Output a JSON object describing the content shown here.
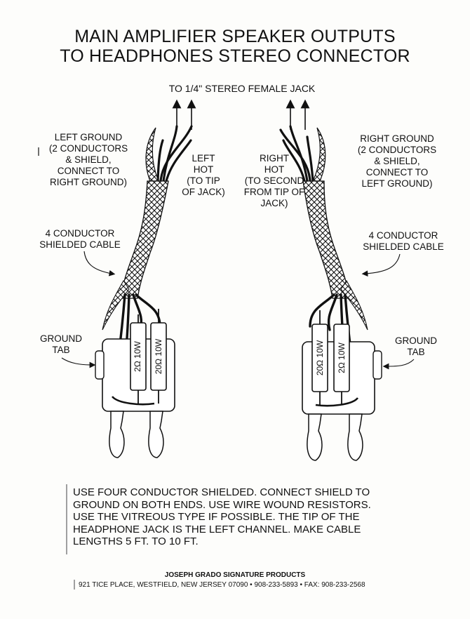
{
  "title": {
    "line1": "MAIN AMPLIFIER SPEAKER OUTPUTS",
    "line2": "TO HEADPHONES STEREO CONNECTOR"
  },
  "jack_label": "TO 1/4\" STEREO FEMALE JACK",
  "left": {
    "ground": [
      "LEFT GROUND",
      "(2 CONDUCTORS",
      "& SHIELD,",
      "CONNECT TO",
      "RIGHT GROUND)"
    ],
    "hot": [
      "LEFT",
      "HOT",
      "(TO TIP",
      "OF JACK)"
    ],
    "cable": [
      "4 CONDUCTOR",
      "SHIELDED CABLE"
    ],
    "ground_tab": [
      "GROUND",
      "TAB"
    ],
    "resistors": [
      "2Ω 10W",
      "20Ω 10W"
    ]
  },
  "right": {
    "ground": [
      "RIGHT GROUND",
      "(2 CONDUCTORS",
      "& SHIELD,",
      "CONNECT TO",
      "LEFT GROUND)"
    ],
    "hot": [
      "RIGHT",
      "HOT",
      "(TO SECOND",
      "FROM TIP OF",
      "JACK)"
    ],
    "cable": [
      "4 CONDUCTOR",
      "SHIELDED CABLE"
    ],
    "ground_tab": [
      "GROUND",
      "TAB"
    ],
    "resistors": [
      "20Ω 10W",
      "2Ω 10W"
    ]
  },
  "note": [
    "USE FOUR CONDUCTOR SHIELDED. CONNECT SHIELD TO",
    "GROUND ON BOTH ENDS. USE WIRE WOUND RESISTORS.",
    "USE THE VITREOUS TYPE IF POSSIBLE. THE TIP OF THE",
    "HEADPHONE JACK IS THE LEFT CHANNEL. MAKE CABLE",
    "LENGTHS 5 FT. TO 10 FT."
  ],
  "company": "JOSEPH GRADO SIGNATURE PRODUCTS",
  "address": "921 TICE PLACE, WESTFIELD, NEW JERSEY 07090 • 908-233-5893 • FAX: 908-233-2568"
}
